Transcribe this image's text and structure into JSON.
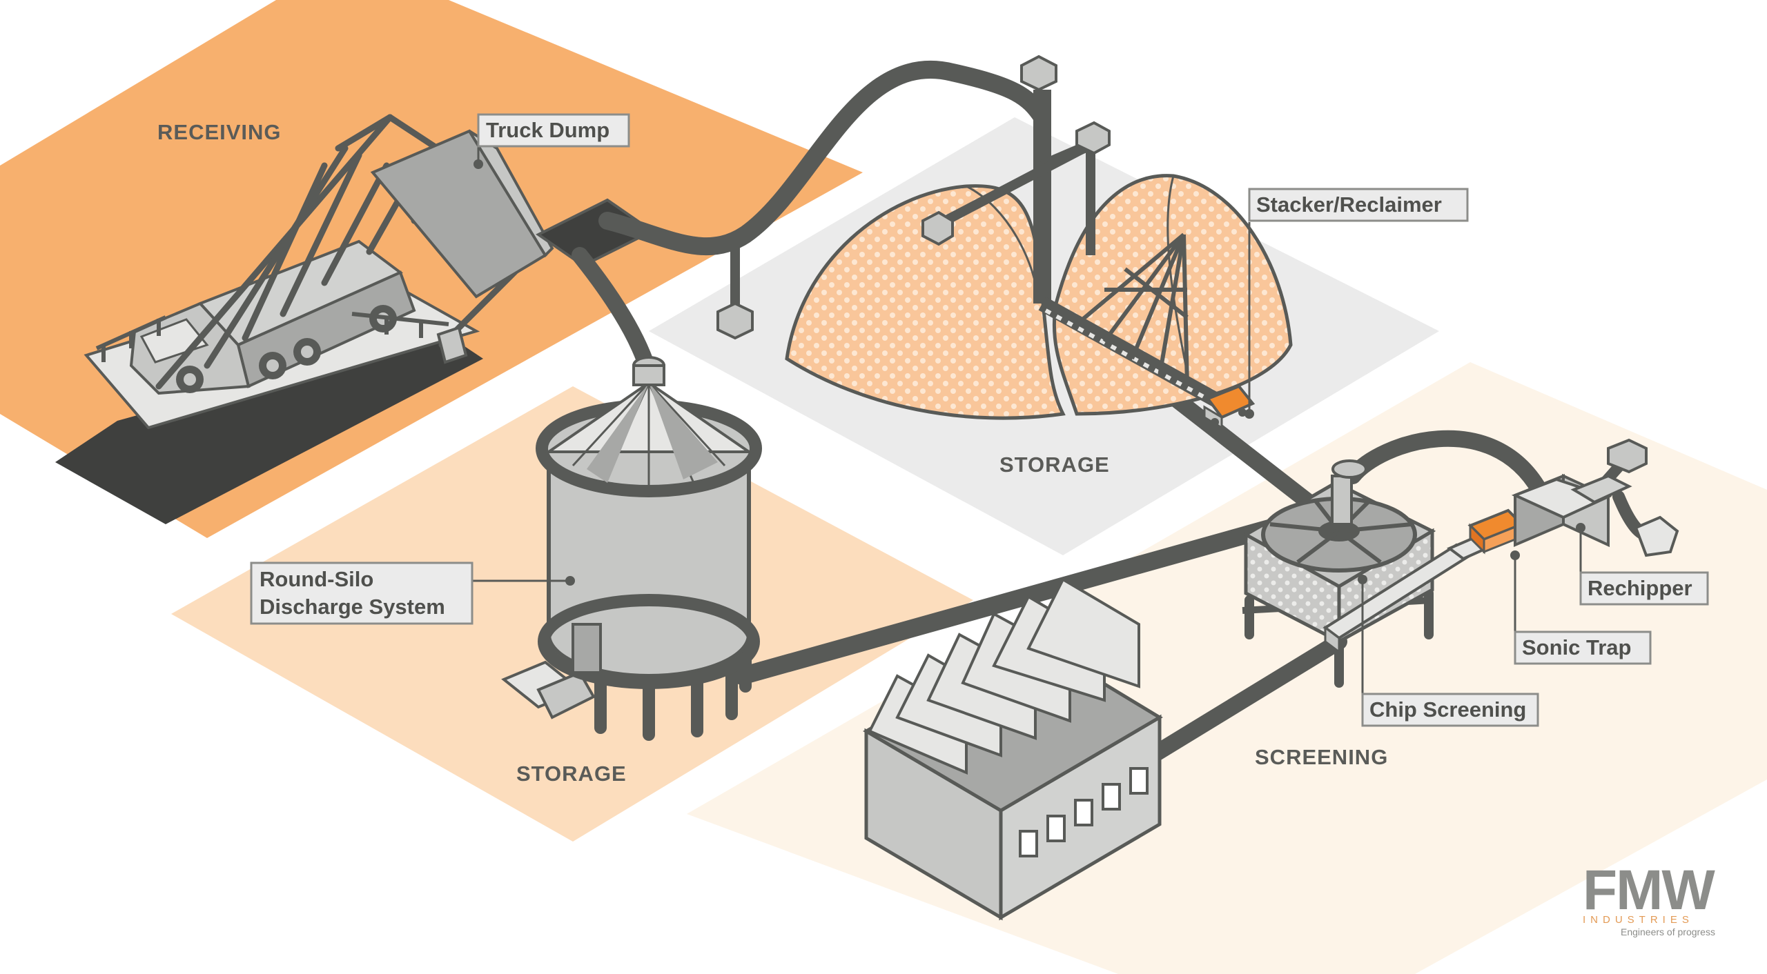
{
  "zones": {
    "receiving": "RECEIVING",
    "storage_pile": "STORAGE",
    "storage_silo": "STORAGE",
    "screening": "SCREENING"
  },
  "callouts": {
    "truck_dump": "Truck Dump",
    "stacker_reclaimer": "Stacker/Reclaimer",
    "round_silo_line1": "Round-Silo",
    "round_silo_line2": "Discharge System",
    "rechipper": "Rechipper",
    "sonic_trap": "Sonic Trap",
    "chip_screening": "Chip Screening"
  },
  "logo": {
    "name": "FMW",
    "sub": "INDUSTRIES",
    "tagline": "Engineers of progress"
  },
  "colors": {
    "receiving_zone": "#f7b06e",
    "silo_zone": "#fcddbd",
    "pile_zone": "#ebebeb",
    "screening_zone": "#fdf4e8",
    "pipe": "#585a57",
    "equipment": "#c6c7c5",
    "accent": "#f08a2e"
  }
}
